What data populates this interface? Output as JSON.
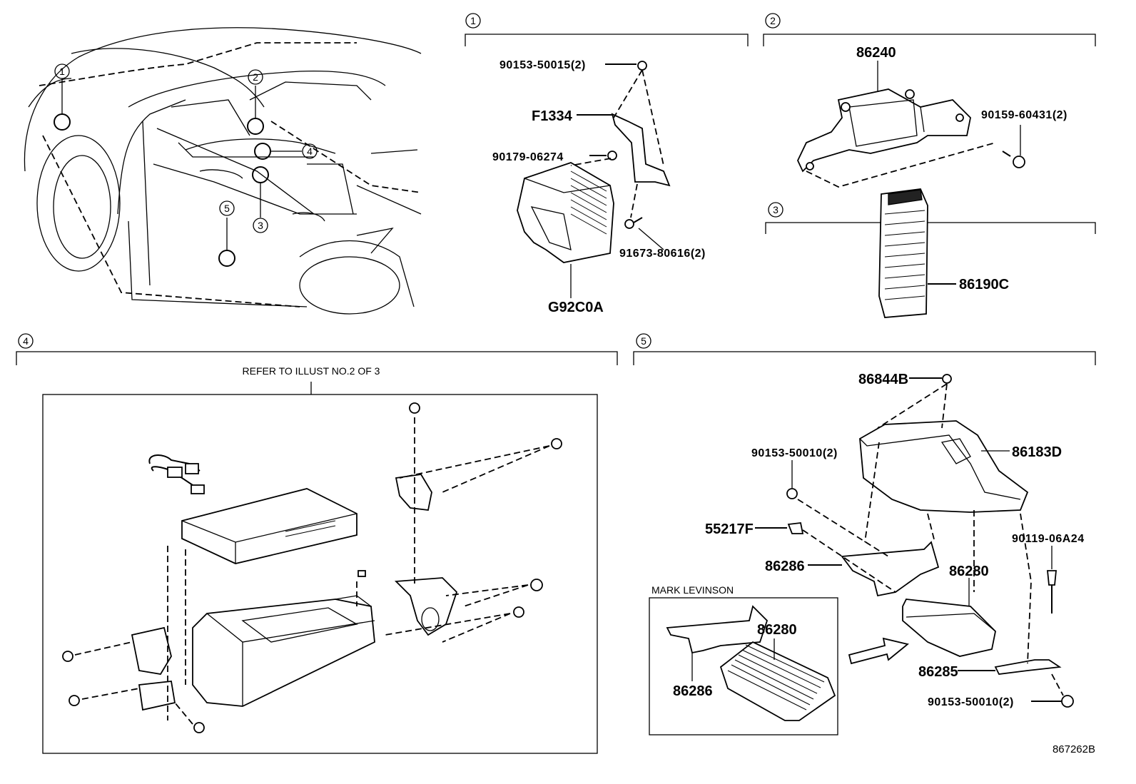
{
  "callouts": [
    "1",
    "2",
    "3",
    "4",
    "5"
  ],
  "labels": {
    "p90153_50015": "90153-50015(2)",
    "pF1334": "F1334",
    "p90179_06274": "90179-06274",
    "p91673_80616": "91673-80616(2)",
    "pG92C0A": "G92C0A",
    "p86240": "86240",
    "p90159_60431": "90159-60431(2)",
    "p86190C": "86190C",
    "p86844B": "86844B",
    "p86183D": "86183D",
    "p90153_50010a": "90153-50010(2)",
    "p55217F": "55217F",
    "p90119_06A24": "90119-06A24",
    "p86286": "86286",
    "p86280": "86280",
    "p86285": "86285",
    "p90153_50010b": "90153-50010(2)",
    "ml_86280": "86280",
    "ml_86286": "86286"
  },
  "notes": {
    "refer": "REFER TO ILLUST NO.2 OF 3",
    "mark_levinson": "MARK LEVINSON",
    "drawing_no": "867262B"
  }
}
